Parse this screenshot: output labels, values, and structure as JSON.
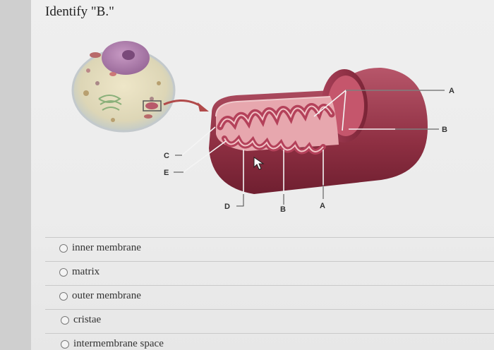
{
  "question": {
    "text": "Identify \"B.\""
  },
  "figure": {
    "labels": {
      "a_right": "A",
      "b_right": "B",
      "c_left": "C",
      "e_left": "E",
      "d_bottom": "D",
      "b_bottom": "B",
      "a_bottom": "A"
    }
  },
  "options": [
    {
      "label": "inner membrane",
      "selected": false
    },
    {
      "label": "matrix",
      "selected": false
    },
    {
      "label": "outer membrane",
      "selected": false
    },
    {
      "label": "cristae",
      "selected": false
    },
    {
      "label": "intermembrane space",
      "selected": false
    }
  ]
}
